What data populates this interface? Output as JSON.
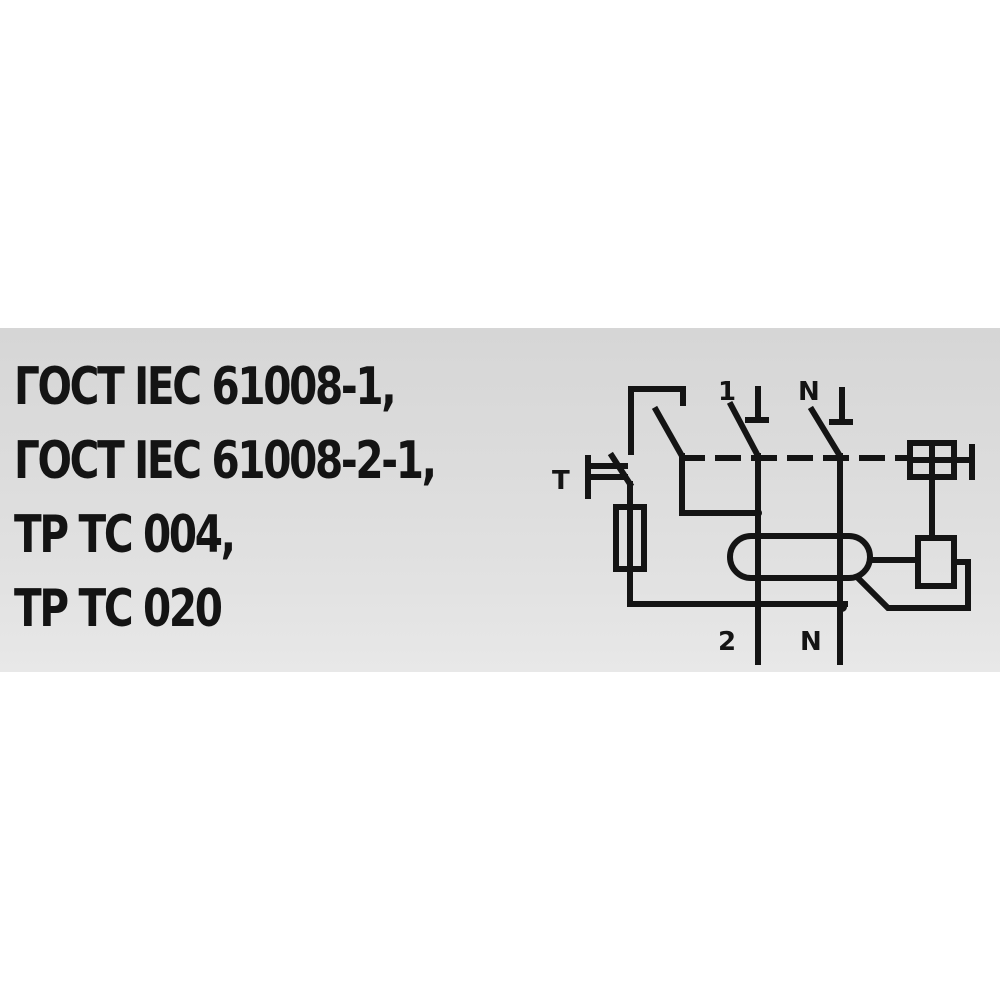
{
  "label": {
    "background_color": "#dcdcdc",
    "text_color": "#141414",
    "standards": [
      "ГОСТ IEC 61008-1,",
      "ГОСТ IEC 61008-2-1,",
      "ТР ТС 004,",
      "ТР ТС 020"
    ]
  },
  "schematic": {
    "title": "RCD wiring schematic (2-pole)",
    "terminals": {
      "test_button": "T",
      "input_phase": "1",
      "input_neutral": "N",
      "output_phase": "2",
      "output_neutral": "N"
    }
  }
}
